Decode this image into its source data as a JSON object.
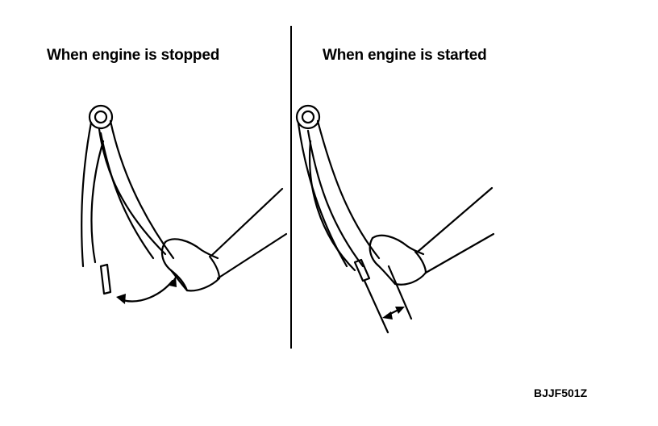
{
  "panels": {
    "left": {
      "title": "When engine is stopped"
    },
    "right": {
      "title": "When engine is started"
    }
  },
  "figure_code": "BJJF501Z",
  "icons": {
    "left_arrow": "double-headed-curved-arrow-icon",
    "right_arrow": "double-headed-arrow-icon"
  }
}
